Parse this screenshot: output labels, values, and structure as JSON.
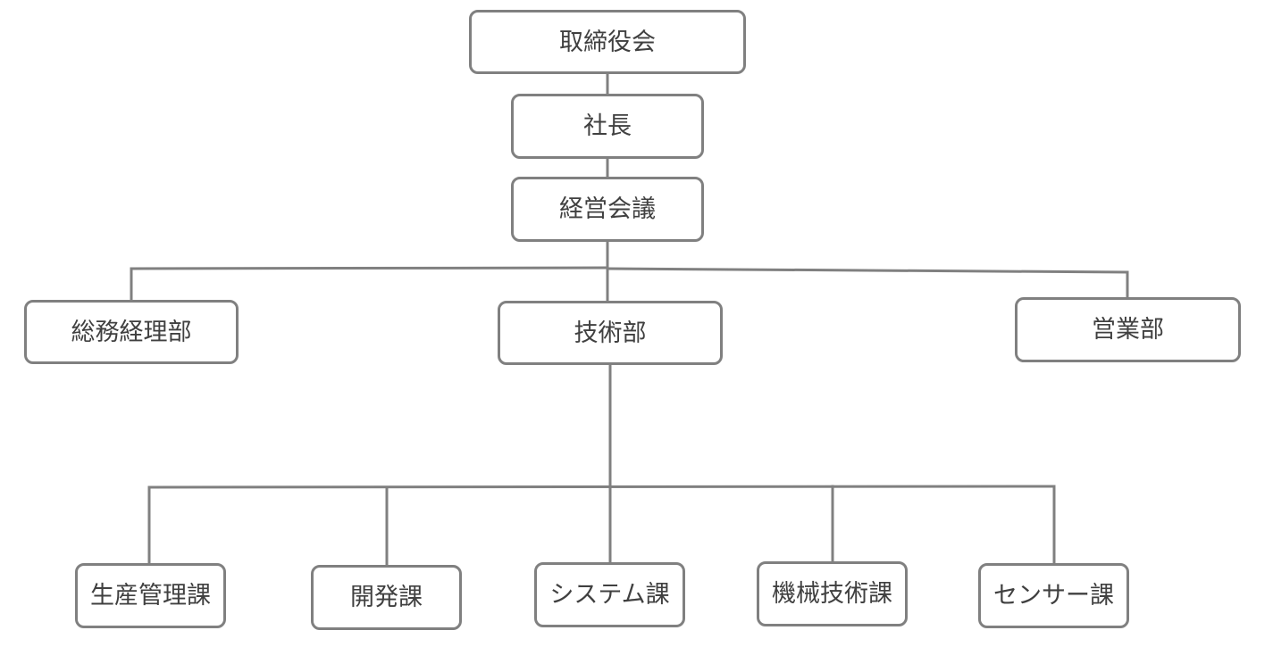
{
  "org_chart": {
    "board": "取締役会",
    "president": "社長",
    "management_meeting": "経営会議",
    "departments": {
      "general_affairs": "総務経理部",
      "engineering": "技術部",
      "sales": "営業部"
    },
    "sections": {
      "production_control": "生産管理課",
      "development": "開発課",
      "system": "システム課",
      "mechanical_engineering": "機械技術課",
      "sensor": "センサー課"
    }
  },
  "colors": {
    "border": "#808080",
    "line": "#808080",
    "text": "#404040",
    "background": "#ffffff"
  }
}
